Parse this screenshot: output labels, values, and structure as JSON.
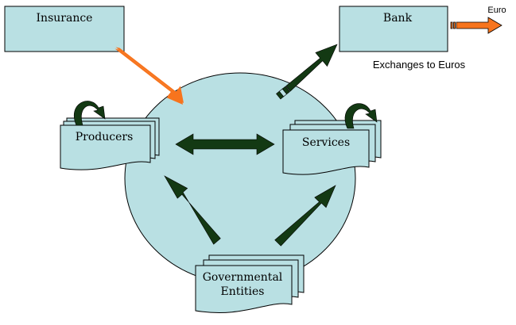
{
  "nodes": {
    "insurance": "Insurance",
    "bank": "Bank",
    "producers": "Producers",
    "services": "Services",
    "governmental": [
      "Governmental",
      "Entities"
    ]
  },
  "annotations": {
    "exchange_note": "Exchanges to Euros",
    "euro_label": "Euro"
  },
  "colors": {
    "box_fill": "#b9e0e3",
    "circle_fill": "#b9e0e3",
    "dark_arrow": "#133913",
    "orange_arrow": "#f7741d"
  }
}
